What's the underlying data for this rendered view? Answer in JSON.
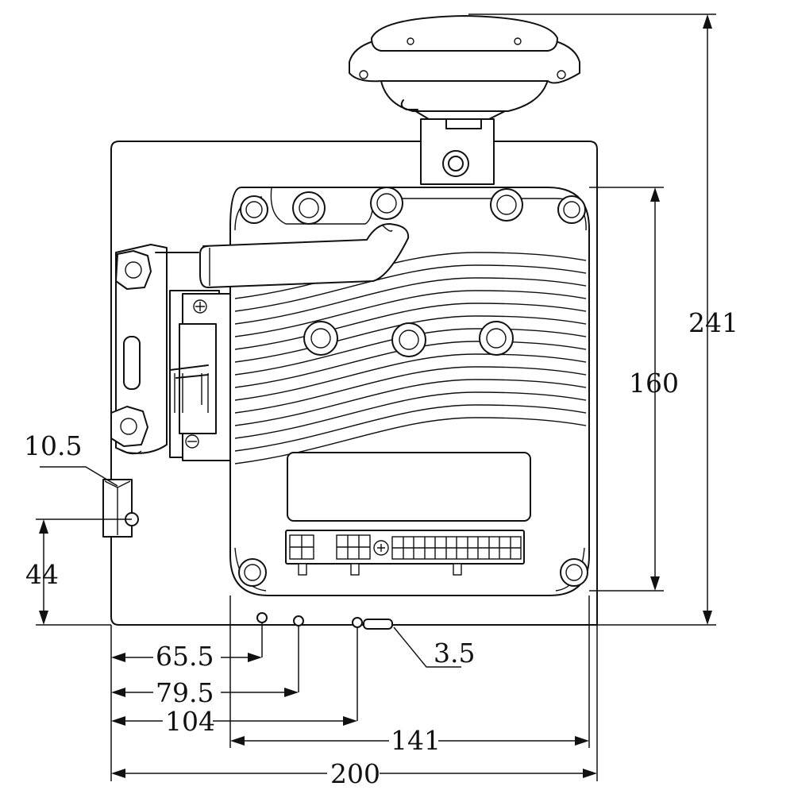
{
  "dimensions": {
    "overall_height": "241",
    "controller_height": "160",
    "slot_width": "10.5",
    "hole_height": "44",
    "hole1_offset": "65.5",
    "hole2_offset": "79.5",
    "hole3_offset": "104",
    "controller_width": "141",
    "slot_label": "3.5",
    "overall_width": "200"
  }
}
